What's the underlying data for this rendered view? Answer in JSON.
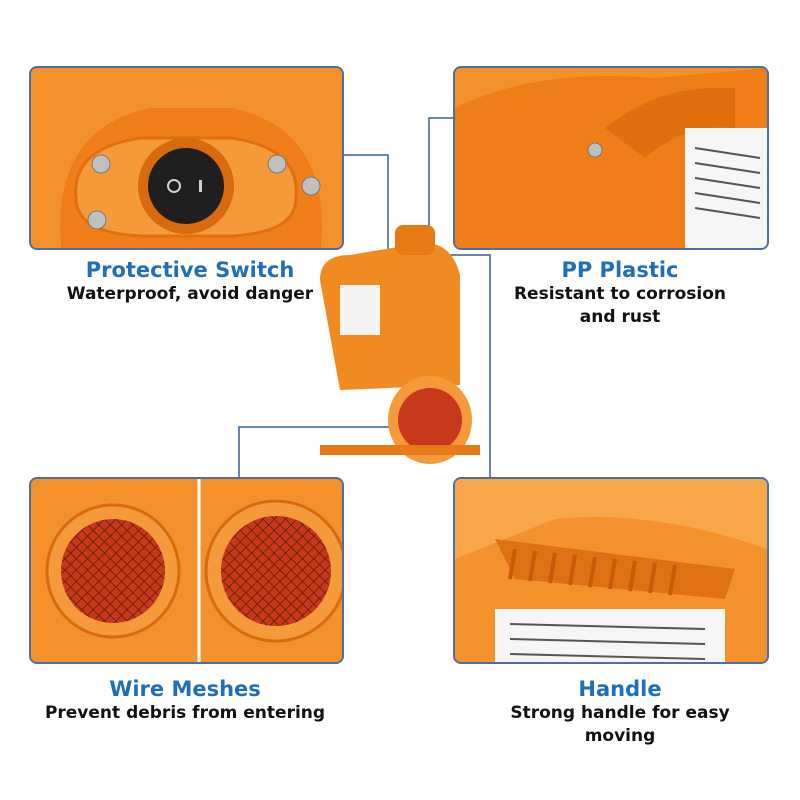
{
  "features": {
    "switch": {
      "title": "Protective Switch",
      "desc": "Waterproof, avoid danger"
    },
    "plastic": {
      "title": "PP Plastic",
      "desc_line1": "Resistant to corrosion",
      "desc_line2": "and rust"
    },
    "mesh": {
      "title": "Wire Meshes",
      "desc": "Prevent debris from entering"
    },
    "handle": {
      "title": "Handle",
      "desc_line1": "Strong handle for easy",
      "desc_line2": "moving"
    }
  },
  "colors": {
    "product_orange": "#f28a22",
    "title_blue": "#1f6fb8",
    "frame_blue": "#4a6fa5",
    "mesh_red": "#c8391c"
  },
  "icons": [
    "rocker-switch-icon",
    "mesh-grille-icon",
    "handle-grip-icon"
  ]
}
